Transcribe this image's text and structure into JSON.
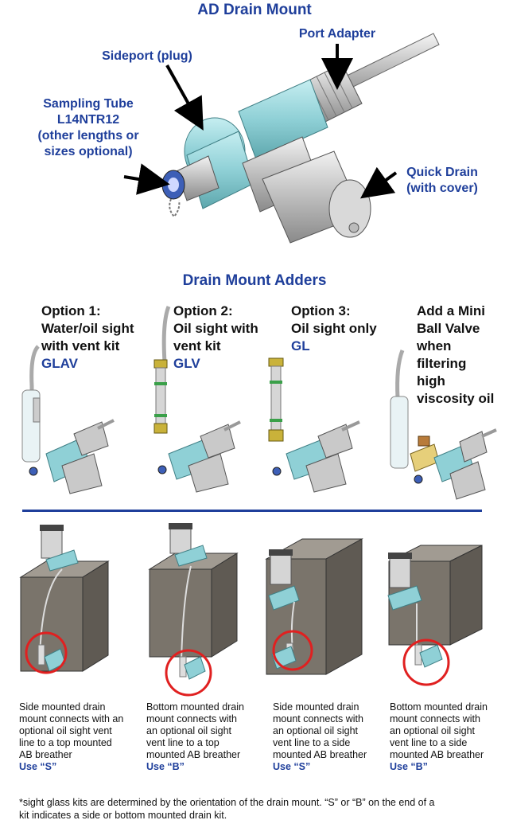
{
  "top": {
    "title": "AD Drain Mount",
    "labels": {
      "port_adapter": "Port Adapter",
      "sideport": "Sideport (plug)",
      "sampling_line1": "Sampling Tube",
      "sampling_line2": "L14NTR12",
      "sampling_line3": "(other lengths or",
      "sampling_line4": "sizes optional)",
      "quick_drain_line1": "Quick Drain",
      "quick_drain_line2": "(with cover)"
    }
  },
  "adders": {
    "title": "Drain Mount Adders",
    "options": [
      {
        "lines": [
          "Option 1:",
          "Water/oil sight",
          "with vent kit"
        ],
        "code": "GLAV"
      },
      {
        "lines": [
          "Option 2:",
          "Oil sight with",
          "vent kit"
        ],
        "code": "GLV"
      },
      {
        "lines": [
          "Option 3:",
          "Oil sight only"
        ],
        "code": "GL"
      },
      {
        "lines": [
          "Add a Mini",
          "Ball Valve",
          "when",
          "filtering",
          "high",
          "viscosity oil"
        ],
        "code": ""
      }
    ]
  },
  "tanks": [
    {
      "lines": [
        "Side mounted drain",
        "mount connects with an",
        "optional oil sight vent",
        "line to a top mounted",
        "AB breather"
      ],
      "use": "Use “S”"
    },
    {
      "lines": [
        "Bottom mounted drain",
        "mount connects with",
        "an optional oil sight",
        "vent line to a top",
        "mounted AB breather"
      ],
      "use": "Use “B”"
    },
    {
      "lines": [
        "Side mounted drain",
        "mount connects with",
        "an optional oil sight",
        "vent line to a side",
        "mounted AB breather"
      ],
      "use": "Use “S”"
    },
    {
      "lines": [
        "Bottom mounted drain",
        "mount connects with",
        "an optional oil sight",
        "vent line to a side",
        "mounted AB breather"
      ],
      "use": "Use “B”"
    }
  ],
  "footnote": {
    "line1": "*sight glass kits are determined by the orientation of the drain mount. “S” or “B” on the end of a",
    "line2": "kit indicates a side or bottom mounted drain kit."
  },
  "colors": {
    "accent": "#1f3f9b",
    "fitting": "#8fd0d6",
    "metal": "#c9c9c9",
    "tank": "#6e6961",
    "circle": "#e02020"
  }
}
